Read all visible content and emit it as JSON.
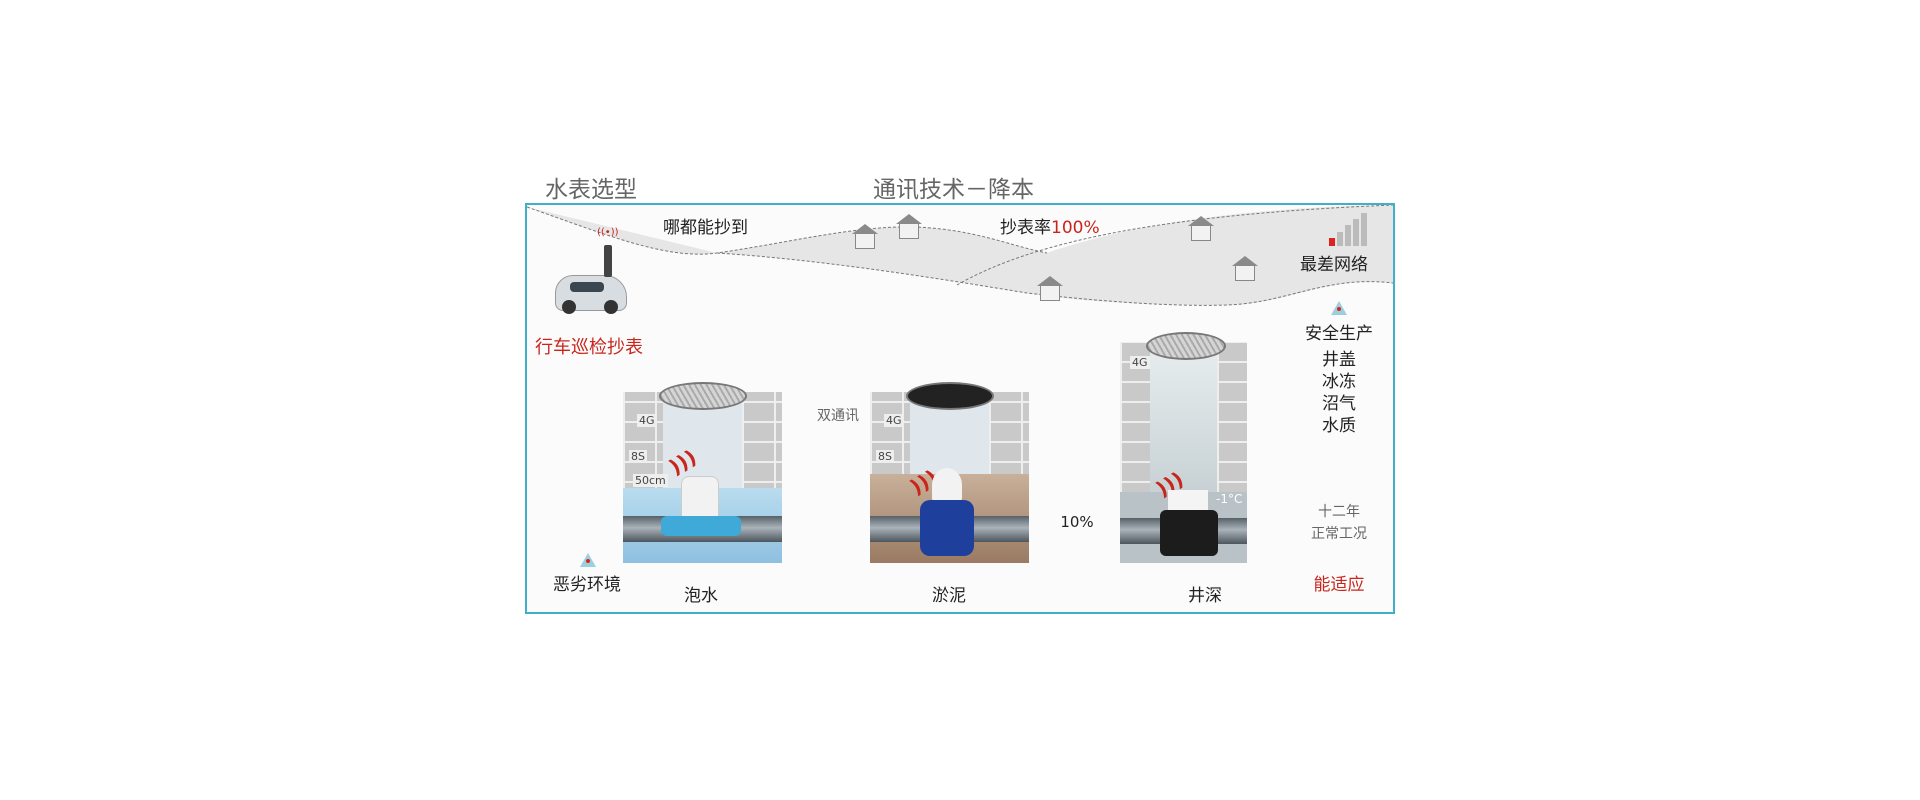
{
  "headings": {
    "left": "水表选型",
    "center": "通讯技术－降本"
  },
  "top": {
    "everywhere": "哪都能抄到",
    "rate_label": "抄表率",
    "rate_value": "100%",
    "worst_network": "最差网络"
  },
  "car": {
    "label": "行车巡检抄表"
  },
  "right": {
    "safety": "安全生产",
    "items": [
      "井盖",
      "冰冻",
      "沼气",
      "水质"
    ],
    "years": "十二年",
    "normal": "正常工况",
    "adapt": "能适应"
  },
  "left": {
    "harsh": "恶劣环境"
  },
  "wells": [
    {
      "label": "泡水",
      "tag_4g": "4G",
      "tag_8s": "8S",
      "depth": "50cm"
    },
    {
      "label": "淤泥",
      "tag_4g": "4G",
      "tag_8s": "8S",
      "dual": "双通讯"
    },
    {
      "label": "井深",
      "tag_4g": "4G",
      "temp": "-1°C",
      "percent": "10%"
    }
  ],
  "colors": {
    "border": "#3fb0c8",
    "accent": "#c8261d"
  }
}
